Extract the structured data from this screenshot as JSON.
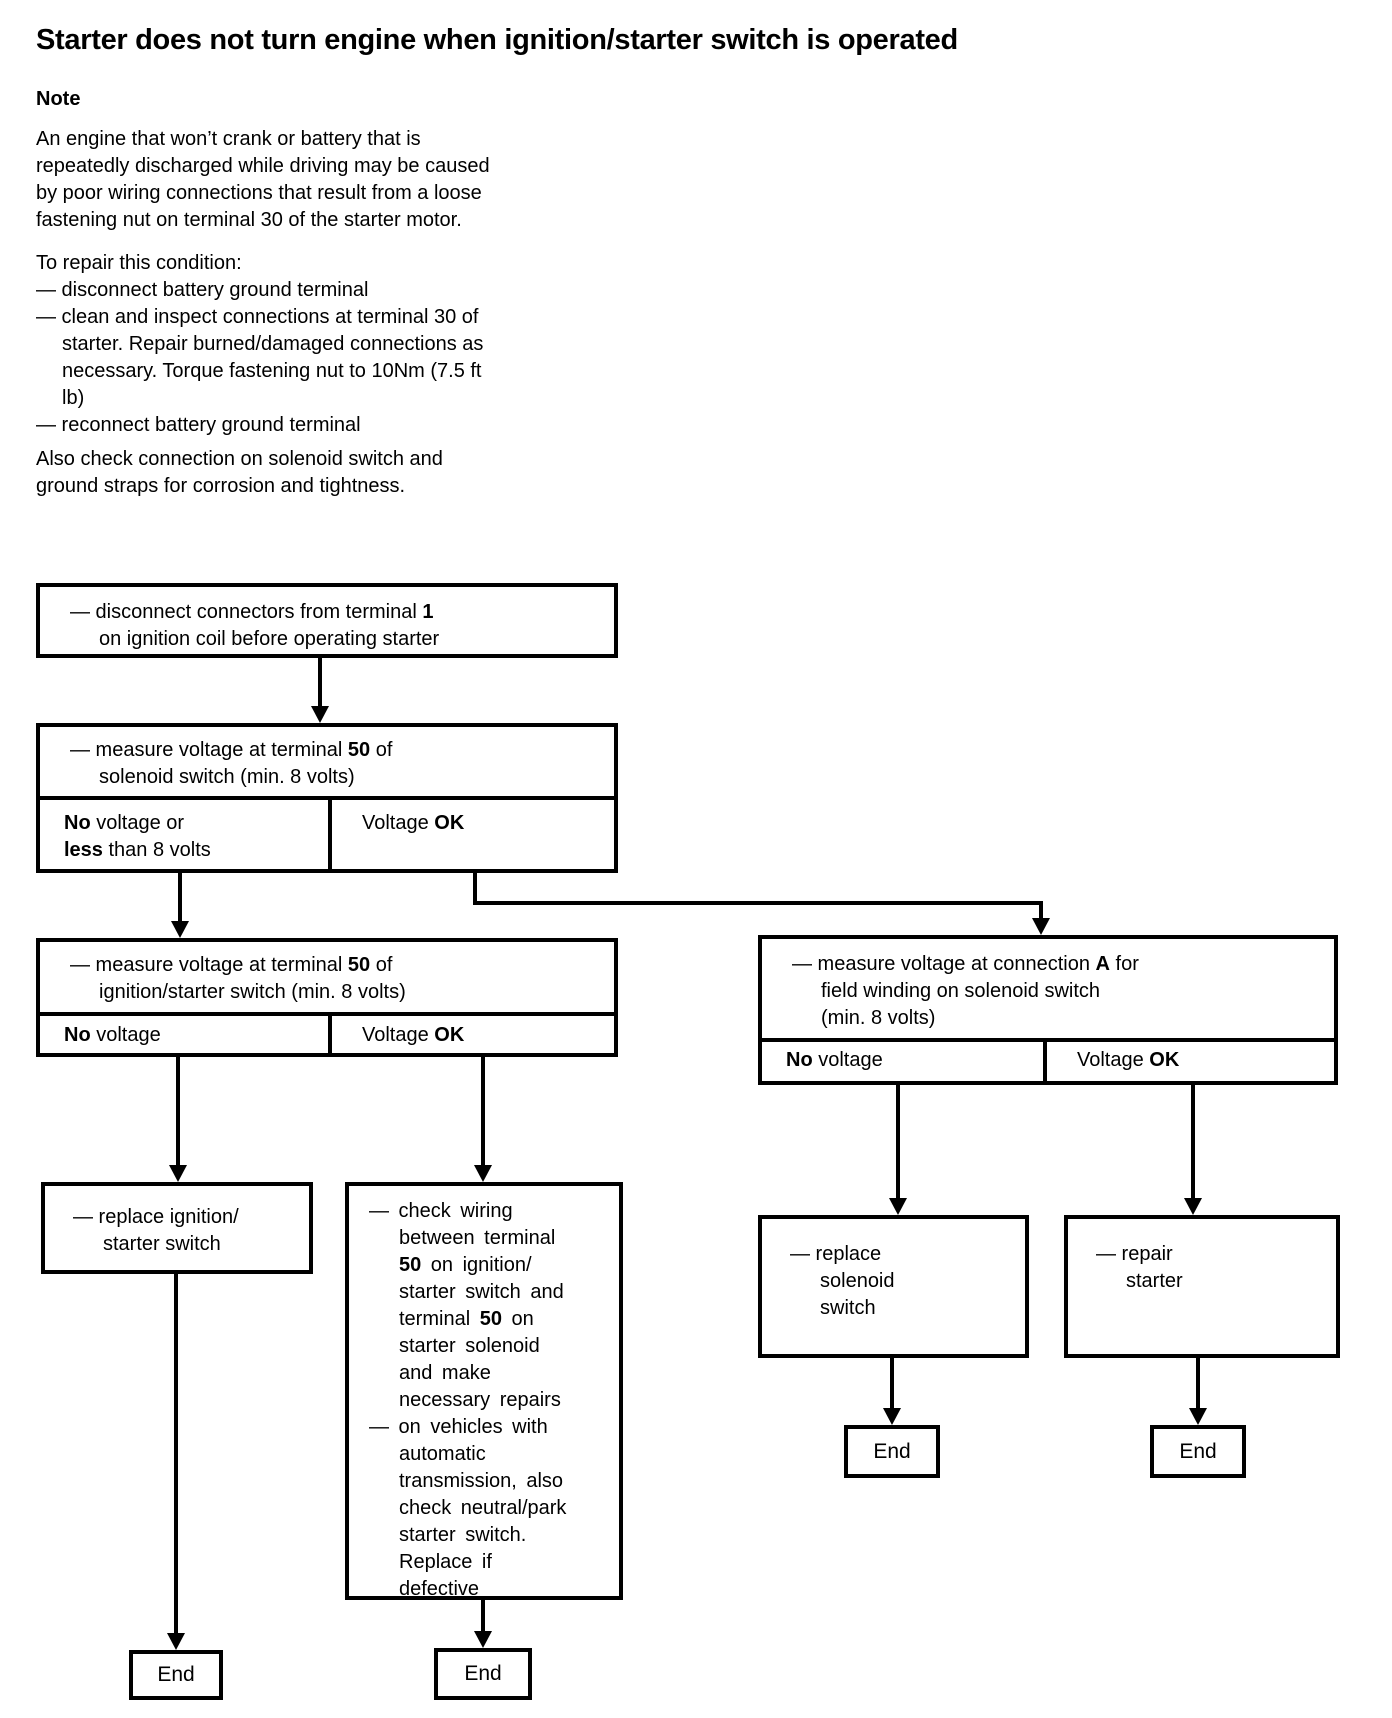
{
  "page": {
    "background": "#ffffff",
    "ink": "#000000"
  },
  "header": {
    "title": "Starter does not turn engine when ignition/starter switch is operated"
  },
  "note": {
    "heading": "Note",
    "lines": [
      "An engine that won’t crank or battery that is",
      "repeatedly discharged while driving may be caused",
      "by poor wiring connections that result from a loose",
      "fastening nut on terminal 30 of the starter motor."
    ]
  },
  "repair": {
    "intro": "To repair this condition:",
    "lines": [
      "— disconnect battery ground terminal",
      "— clean and inspect connections at terminal 30 of",
      "starter. Repair burned/damaged connections as",
      "necessary. Torque fastening nut to 10Nm (7.5 ft",
      "lb)",
      "— reconnect battery ground terminal"
    ]
  },
  "also_check": {
    "lines": [
      "Also check connection on solenoid switch and",
      "ground straps for corrosion and tightness."
    ]
  },
  "flow": {
    "box1": {
      "lines": [
        [
          {
            "t": "— disconnect connectors from terminal "
          },
          {
            "b": "1"
          }
        ],
        [
          {
            "t": "on ignition coil before operating starter"
          }
        ]
      ]
    },
    "box2": {
      "header": [
        [
          {
            "t": "— measure voltage at terminal "
          },
          {
            "b": "50"
          },
          {
            "t": " of"
          }
        ],
        [
          {
            "t": "solenoid switch (min. 8 volts)"
          }
        ]
      ],
      "no": [
        [
          {
            "b": "No"
          },
          {
            "t": " voltage or"
          }
        ],
        [
          {
            "b": "less"
          },
          {
            "t": " than 8 volts"
          }
        ]
      ],
      "ok": [
        [
          {
            "t": "Voltage "
          },
          {
            "b": "OK"
          }
        ]
      ]
    },
    "box3": {
      "header": [
        [
          {
            "t": "— measure voltage at terminal "
          },
          {
            "b": "50"
          },
          {
            "t": " of"
          }
        ],
        [
          {
            "t": "ignition/starter switch (min. 8 volts)"
          }
        ]
      ],
      "no": [
        [
          {
            "b": "No"
          },
          {
            "t": " voltage"
          }
        ]
      ],
      "ok": [
        [
          {
            "t": "Voltage "
          },
          {
            "b": "OK"
          }
        ]
      ]
    },
    "boxA": {
      "header": [
        [
          {
            "t": "— measure voltage at connection "
          },
          {
            "b": "A"
          },
          {
            "t": " for"
          }
        ],
        [
          {
            "t": "field winding on solenoid switch"
          }
        ],
        [
          {
            "t": "(min. 8 volts)"
          }
        ]
      ],
      "no": [
        [
          {
            "b": "No"
          },
          {
            "t": " voltage"
          }
        ]
      ],
      "ok": [
        [
          {
            "t": "Voltage "
          },
          {
            "b": "OK"
          }
        ]
      ]
    },
    "replace_ignition": {
      "lines": [
        [
          {
            "t": "— replace ignition/"
          }
        ],
        [
          {
            "t": "starter switch"
          }
        ]
      ]
    },
    "check_wiring": {
      "lines": [
        [
          {
            "t": "— check wiring"
          }
        ],
        [
          {
            "t": "between terminal"
          }
        ],
        [
          {
            "b": "50"
          },
          {
            "t": " on ignition/"
          }
        ],
        [
          {
            "t": "starter switch and"
          }
        ],
        [
          {
            "t": "terminal "
          },
          {
            "b": "50"
          },
          {
            "t": " on"
          }
        ],
        [
          {
            "t": "starter solenoid"
          }
        ],
        [
          {
            "t": "and make"
          }
        ],
        [
          {
            "t": "necessary repairs"
          }
        ],
        [
          {
            "t": "— on vehicles with"
          }
        ],
        [
          {
            "t": "automatic"
          }
        ],
        [
          {
            "t": "transmission, also"
          }
        ],
        [
          {
            "t": "check neutral/park"
          }
        ],
        [
          {
            "t": "starter switch."
          }
        ],
        [
          {
            "t": "Replace if"
          }
        ],
        [
          {
            "t": "defective"
          }
        ]
      ]
    },
    "replace_solenoid": {
      "lines": [
        [
          {
            "t": "— replace"
          }
        ],
        [
          {
            "t": "solenoid"
          }
        ],
        [
          {
            "t": "switch"
          }
        ]
      ]
    },
    "repair_starter": {
      "lines": [
        [
          {
            "t": "— repair"
          }
        ],
        [
          {
            "t": "starter"
          }
        ]
      ]
    },
    "end_label": "End"
  }
}
